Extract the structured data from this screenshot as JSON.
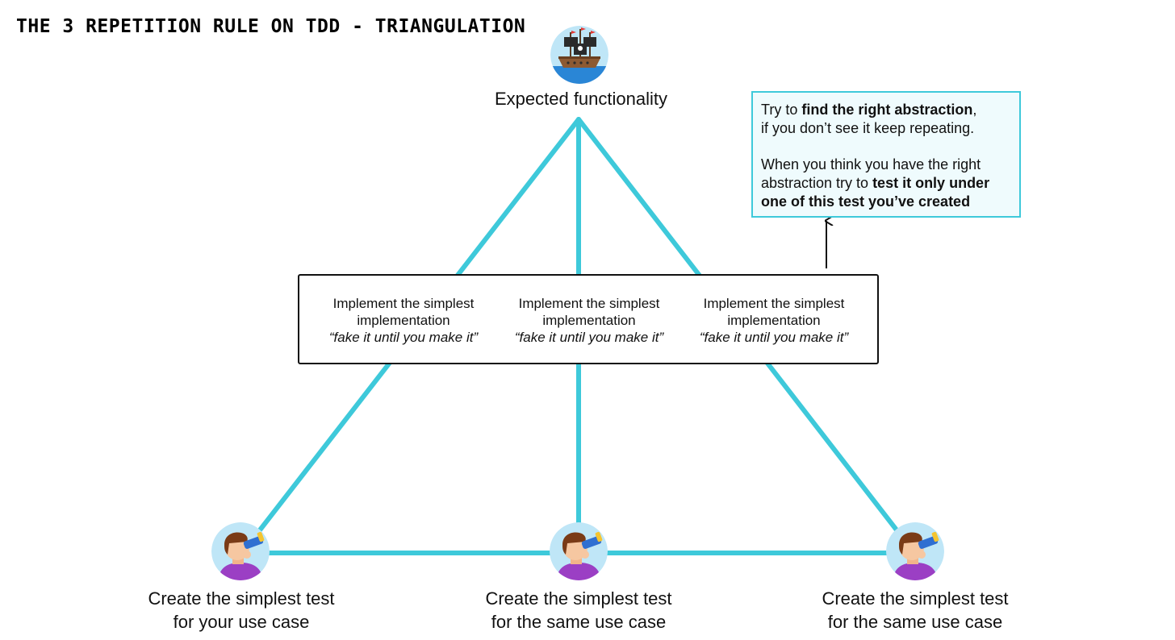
{
  "title": "THE 3 REPETITION RULE ON TDD - TRIANGULATION",
  "colors": {
    "triangle": "#3ec9da",
    "callout_border": "#3ec9da",
    "callout_fill": "#effbfd",
    "box_border": "#111111"
  },
  "apex": {
    "label": "Expected functionality",
    "icon": "pirate-ship-icon"
  },
  "callout": {
    "p1_prefix": "Try to ",
    "p1_bold": "find the right abstraction",
    "p1_suffix": ",",
    "p1_line2": "if you don’t see it keep repeating.",
    "p2_prefix": "When you think you have the right abstraction try to ",
    "p2_bold": "test it only under one of this test you’ve created"
  },
  "implementations": [
    {
      "line1": "Implement the simplest",
      "line2": "implementation",
      "quote": "“fake it until you make it”"
    },
    {
      "line1": "Implement the simplest",
      "line2": "implementation",
      "quote": "“fake it until you make it”"
    },
    {
      "line1": "Implement the simplest",
      "line2": "implementation",
      "quote": "“fake it until you make it”"
    }
  ],
  "tests": [
    {
      "line1": "Create the simplest test",
      "line2": "for your use case",
      "icon": "person-with-binoculars-icon"
    },
    {
      "line1": "Create the simplest test",
      "line2": "for the same use case",
      "icon": "person-with-binoculars-icon"
    },
    {
      "line1": "Create the simplest test",
      "line2": "for the same use case",
      "icon": "person-with-binoculars-icon"
    }
  ]
}
